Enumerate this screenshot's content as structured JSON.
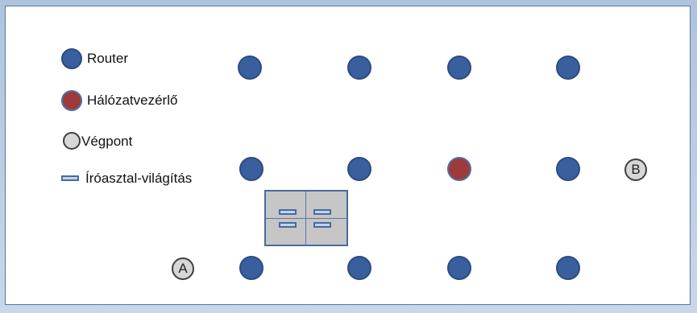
{
  "legend": {
    "router_label": "Router",
    "controller_label": "Hálózatvezérlő",
    "endpoint_label": "Végpont",
    "desk_light_label": "Íróasztal-világítás"
  },
  "endpoints": {
    "a_label": "A",
    "b_label": "B"
  },
  "colors": {
    "router": "#3a5f9f",
    "controller": "#9e3a3a",
    "endpoint": "#d7d7d7",
    "desk": "#c6c6c6",
    "desk_light": "#c3d3ea",
    "border": "#5578a8"
  }
}
